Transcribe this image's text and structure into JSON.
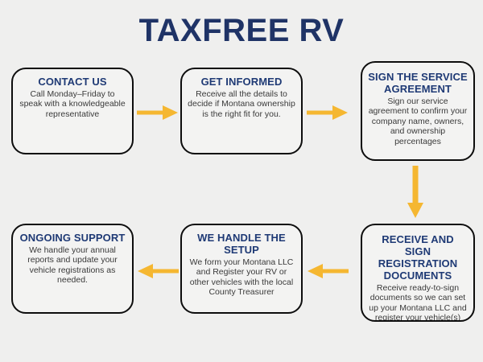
{
  "page": {
    "title": "TAXFREE RV",
    "background_color": "#efefee",
    "title_color": "#1f3366",
    "heading_color": "#1f3a75",
    "body_color": "#3a3a3a",
    "box_border_color": "#0d0d0d",
    "box_fill_color": "#f3f3f2",
    "arrow_color": "#f5b731"
  },
  "flow": {
    "steps": [
      {
        "id": "contact-us",
        "heading": "CONTACT US",
        "body": "Call Monday–Friday to speak with a knowledgeable representative"
      },
      {
        "id": "get-informed",
        "heading": "GET INFORMED",
        "body": "Receive all the details to decide if Montana ownership is the right fit for you."
      },
      {
        "id": "sign-agreement",
        "heading": "SIGN THE SERVICE AGREEMENT",
        "body": "Sign our service agreement to confirm your company name, owners, and ownership percentages"
      },
      {
        "id": "receive-sign",
        "heading": "RECEIVE AND SIGN REGISTRATION DOCUMENTS",
        "body": "Receive ready-to-sign documents so we can set up your Montana LLC and register your vehicle(s)"
      },
      {
        "id": "we-handle-setup",
        "heading": "WE HANDLE THE SETUP",
        "body": "We form your Montana LLC and Register your RV or other vehicles with the local County Treasurer"
      },
      {
        "id": "ongoing-support",
        "heading": "ONGOING SUPPORT",
        "body": "We handle your annual reports and update your vehicle registrations as needed."
      }
    ],
    "connectors": [
      {
        "id": "arrow-1",
        "from": "contact-us",
        "to": "get-informed",
        "direction": "right"
      },
      {
        "id": "arrow-2",
        "from": "get-informed",
        "to": "sign-agreement",
        "direction": "right"
      },
      {
        "id": "arrow-3",
        "from": "sign-agreement",
        "to": "receive-sign",
        "direction": "down"
      },
      {
        "id": "arrow-4",
        "from": "receive-sign",
        "to": "we-handle-setup",
        "direction": "left"
      },
      {
        "id": "arrow-5",
        "from": "we-handle-setup",
        "to": "ongoing-support",
        "direction": "left"
      }
    ]
  }
}
